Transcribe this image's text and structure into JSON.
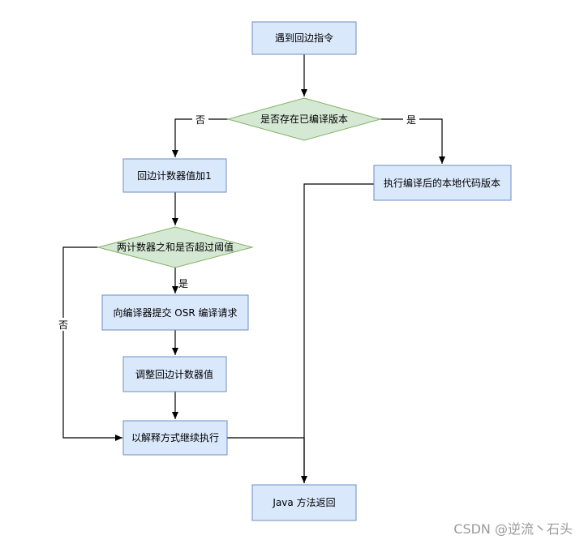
{
  "colors": {
    "process_fill": "#dae8fc",
    "process_stroke": "#6c8ebf",
    "decision_fill": "#d5e8d4",
    "decision_stroke": "#82b366",
    "line": "#000000"
  },
  "nodes": {
    "start": "遇到回边指令",
    "check_compiled": "是否存在已编译版本",
    "run_compiled": "执行编译后的本地代码版本",
    "inc_counter": "回边计数器值加1",
    "check_threshold": "两计数器之和是否超过阈值",
    "submit_osr": "向编译器提交 OSR 编译请求",
    "adjust_counter": "调整回边计数器值",
    "interpret": "以解释方式继续执行",
    "return": "Java 方法返回"
  },
  "edge_labels": {
    "compiled_no": "否",
    "compiled_yes": "是",
    "threshold_yes": "是",
    "threshold_no": "否"
  },
  "watermark": "CSDN @逆流丶石头"
}
